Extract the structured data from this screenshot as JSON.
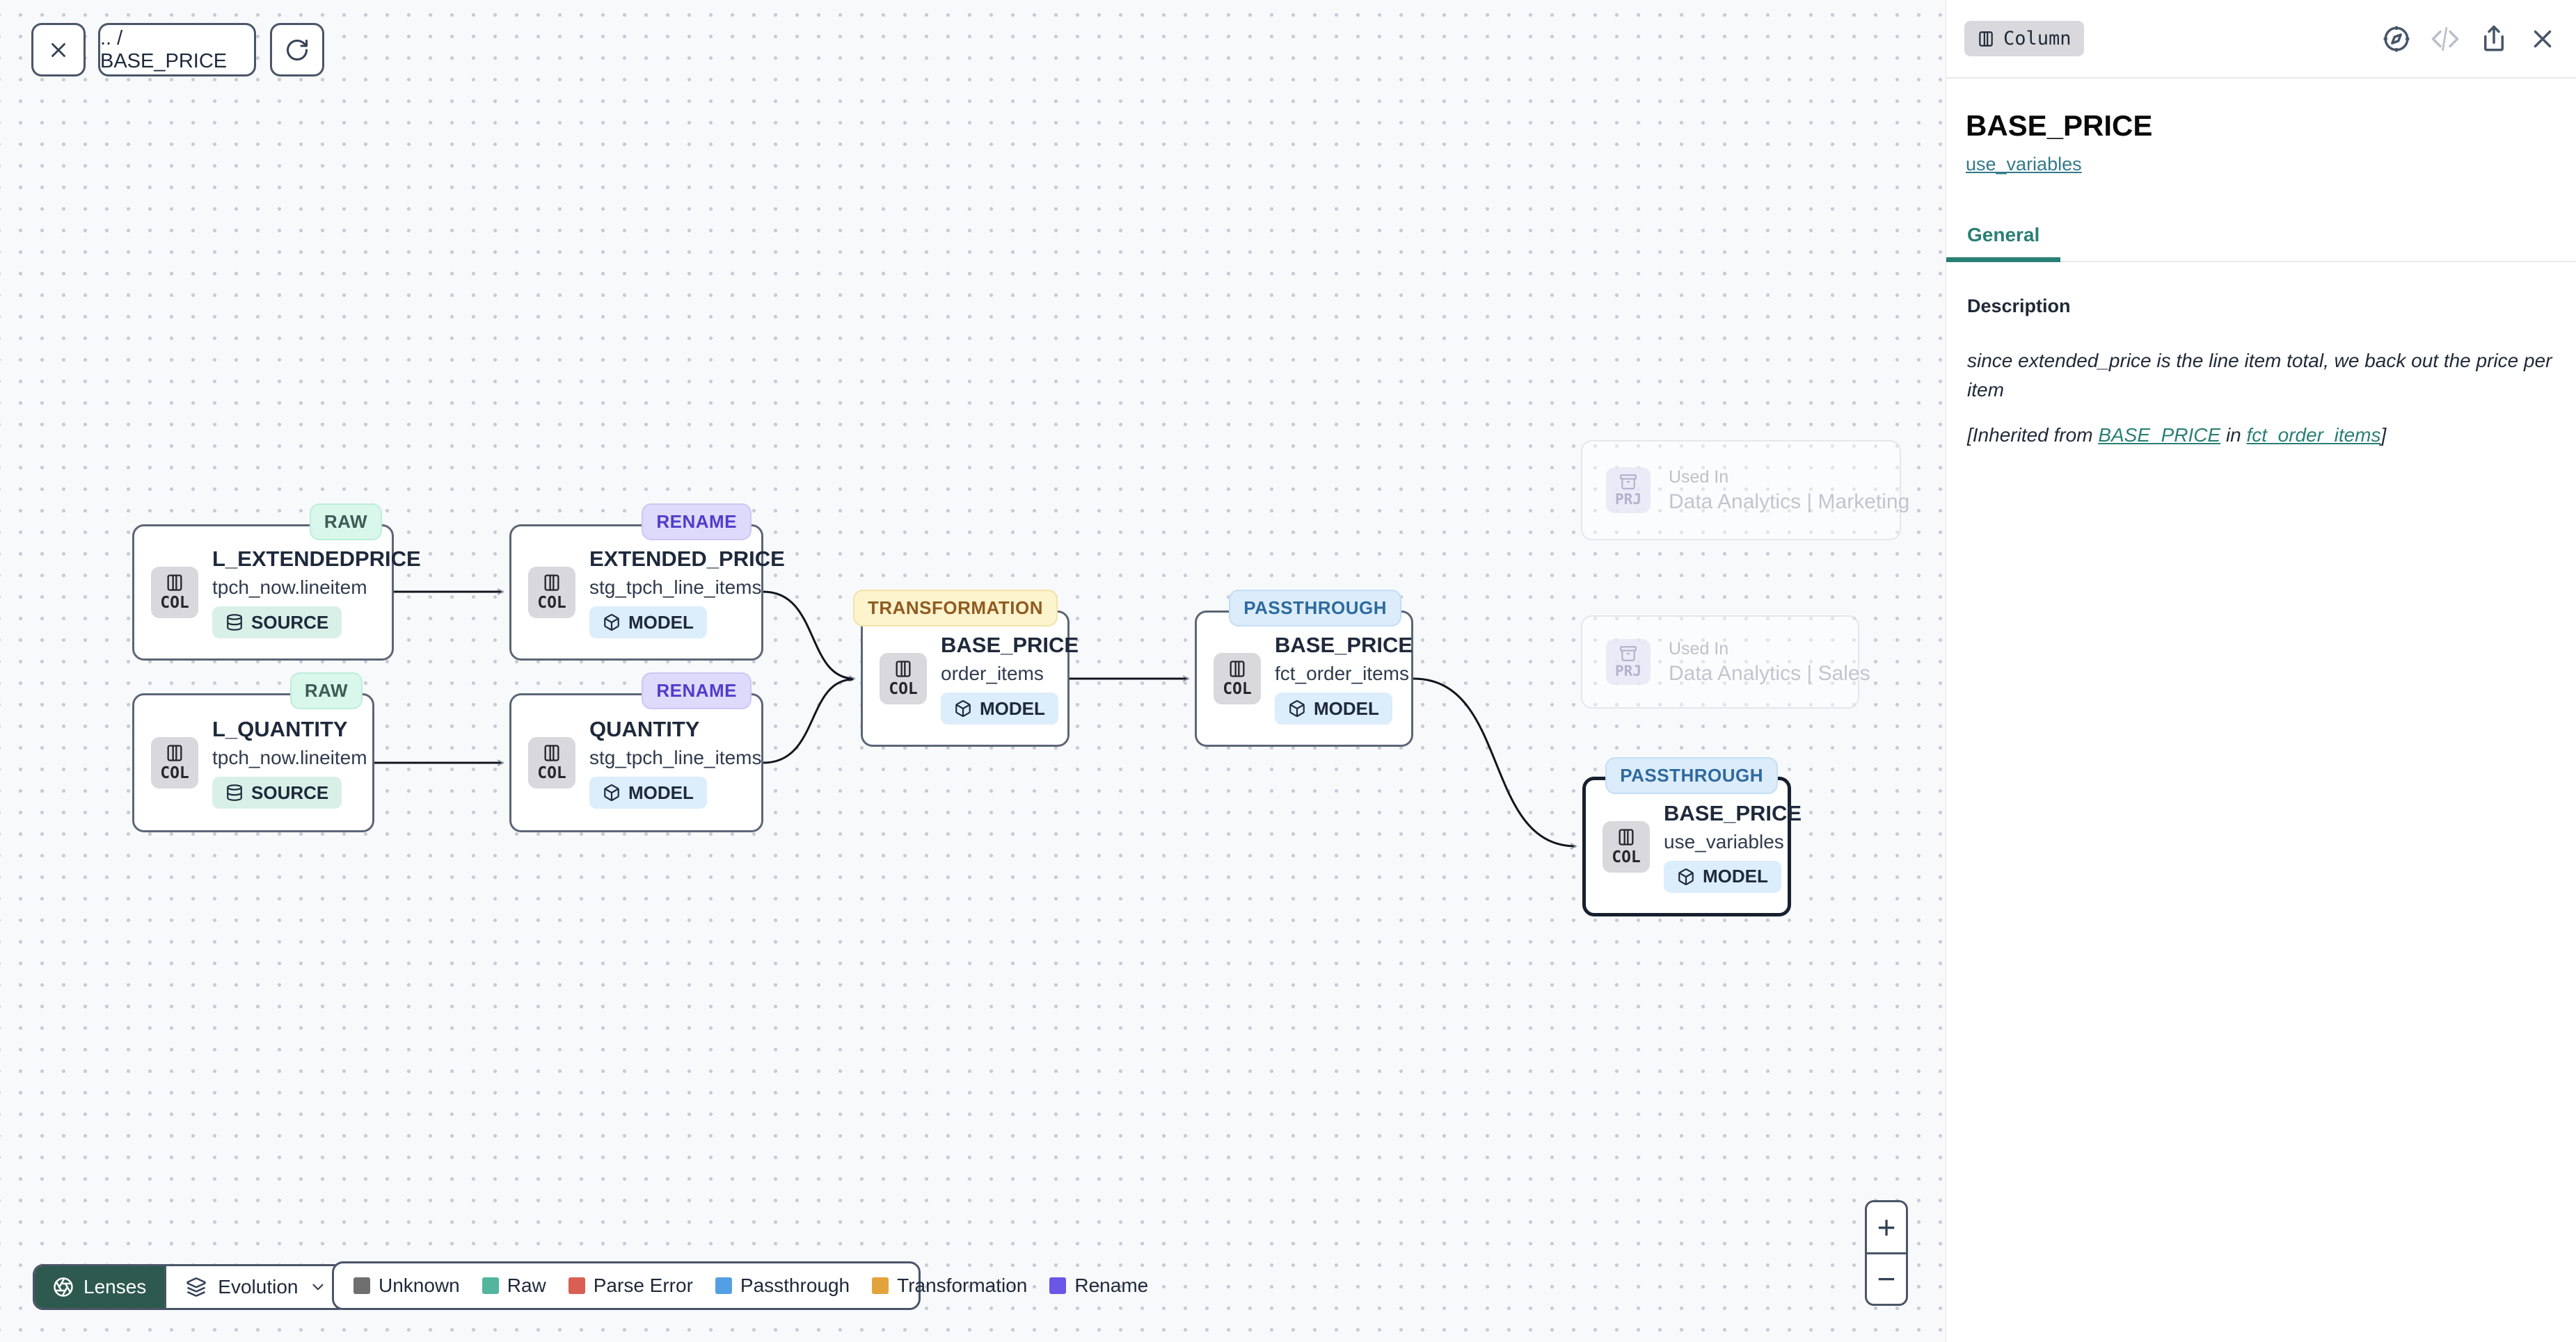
{
  "toolbar": {
    "breadcrumb": ".. / BASE_PRICE"
  },
  "canvas": {
    "nodes": [
      {
        "badge": "RAW",
        "title": "L_EXTENDEDPRICE",
        "subtitle": "tpch_now.lineitem",
        "chip": "COL",
        "type": "SOURCE"
      },
      {
        "badge": "RENAME",
        "title": "EXTENDED_PRICE",
        "subtitle": "stg_tpch_line_items",
        "chip": "COL",
        "type": "MODEL"
      },
      {
        "badge": "RAW",
        "title": "L_QUANTITY",
        "subtitle": "tpch_now.lineitem",
        "chip": "COL",
        "type": "SOURCE"
      },
      {
        "badge": "RENAME",
        "title": "QUANTITY",
        "subtitle": "stg_tpch_line_items",
        "chip": "COL",
        "type": "MODEL"
      },
      {
        "badge": "TRANSFORMATION",
        "title": "BASE_PRICE",
        "subtitle": "order_items",
        "chip": "COL",
        "type": "MODEL"
      },
      {
        "badge": "PASSTHROUGH",
        "title": "BASE_PRICE",
        "subtitle": "fct_order_items",
        "chip": "COL",
        "type": "MODEL"
      },
      {
        "badge": "PASSTHROUGH",
        "title": "BASE_PRICE",
        "subtitle": "use_variables",
        "chip": "COL",
        "type": "MODEL"
      }
    ],
    "used_in": [
      {
        "chip": "PRJ",
        "label": "Used In",
        "name": "Data Analytics | Marketing"
      },
      {
        "chip": "PRJ",
        "label": "Used In",
        "name": "Data Analytics | Sales"
      }
    ],
    "lenses": {
      "button": "Lenses",
      "mode": "Evolution"
    },
    "legend": {
      "items": [
        {
          "label": "Unknown",
          "color": "#6f6f6f"
        },
        {
          "label": "Raw",
          "color": "#54b59f"
        },
        {
          "label": "Parse Error",
          "color": "#d95f54"
        },
        {
          "label": "Passthrough",
          "color": "#549fe3"
        },
        {
          "label": "Transformation",
          "color": "#e3a33c"
        },
        {
          "label": "Rename",
          "color": "#6a57e8"
        }
      ]
    },
    "zoom": {
      "in": "+",
      "out": "−"
    }
  },
  "panel": {
    "kind_badge": "Column",
    "title": "BASE_PRICE",
    "model_link": "use_variables",
    "tabs": [
      {
        "label": "General"
      }
    ],
    "description": {
      "label": "Description",
      "text": "since extended_price is the line item total, we back out the price per item",
      "inherited_prefix": "[Inherited from ",
      "inherited_link1": "BASE_PRICE",
      "inherited_mid": " in ",
      "inherited_link2": "fct_order_items",
      "inherited_suffix": "]"
    }
  },
  "colors": {
    "accent_teal": "#2a7f74",
    "lenses_button": "#2e594e",
    "badge_raw_bg": "#d9f7ea",
    "badge_rename_bg": "#dedafb",
    "badge_transformation_bg": "#fdf3cc",
    "badge_passthrough_bg": "#dcecfb",
    "node_border": "#5b6676",
    "selected_node_border": "#16202e",
    "link_color": "#33798a"
  }
}
